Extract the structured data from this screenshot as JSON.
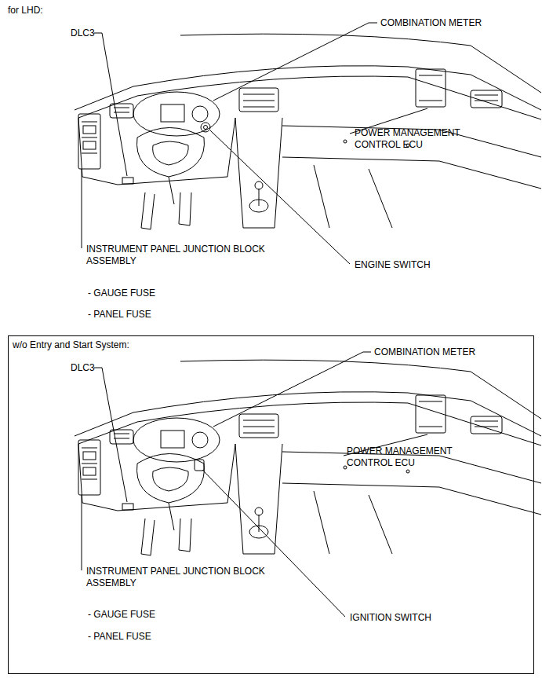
{
  "diagram": {
    "nodes": [
      {
        "text": [
          "w/o Entry and Start System:"
        ]
      }
    ],
    "labels": [
      "for LHD:",
      "COMBINATION METER",
      "DLC3",
      "POWER MANAGEMENT CONTROL ECU",
      "INSTRUMENT PANEL JUNCTION BLOCK ASSEMBLY",
      "ENGINE SWITCH",
      "- GAUGE FUSE",
      "- PANEL FUSE",
      "COMBINATION METER",
      "DLC3",
      "POWER MANAGEMENT CONTROL ECU",
      "INSTRUMENT PANEL JUNCTION BLOCK ASSEMBLY",
      "IGNITION SWITCH",
      "- GAUGE FUSE",
      "- PANEL FUSE"
    ]
  }
}
